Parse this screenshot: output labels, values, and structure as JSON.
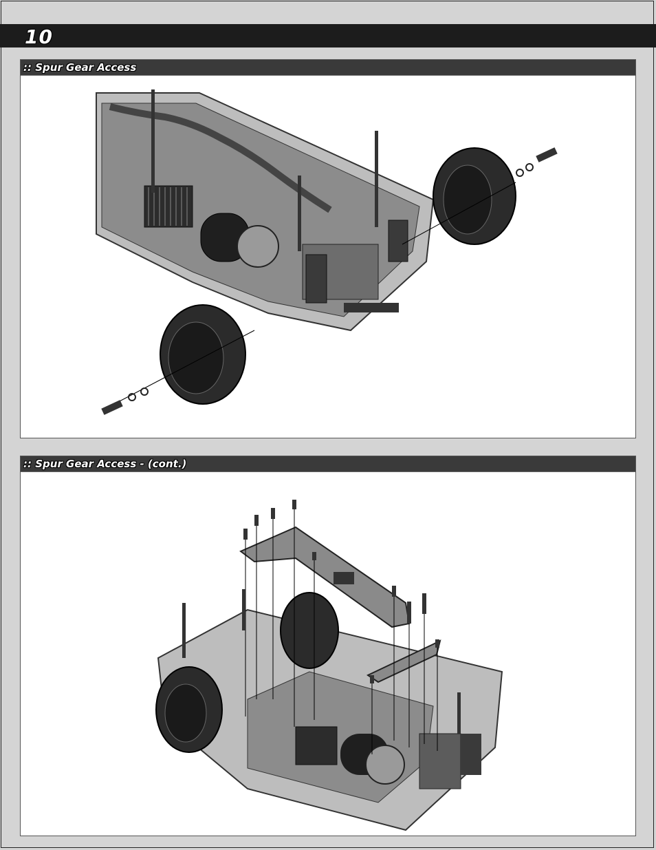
{
  "page": {
    "number": "10"
  },
  "sections": [
    {
      "title": ":: Spur Gear Access"
    },
    {
      "title": ":: Spur Gear Access - (cont.)"
    }
  ],
  "colors": {
    "background": "#d4d4d4",
    "header_bar": "#1c1c1c",
    "section_bar": "#3a3a3a",
    "panel": "#ffffff"
  }
}
